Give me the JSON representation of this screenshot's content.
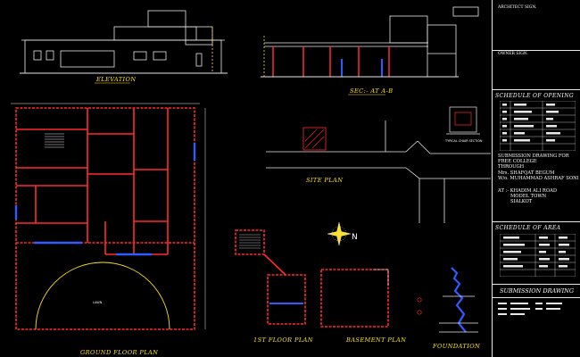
{
  "title_block": {
    "architect_label": "ARCHITECT SIGN.",
    "owner_label": "OWNER SIGN.",
    "schedule_opening": "SCHEDULE OF OPENING",
    "submission_lines": [
      "SUBMISSION DRAWING FOR",
      "FREE COLLEGE",
      "THROUGH",
      "Mrs. SHAFQAT BEGUM",
      "W/o. MUHAMMAD ASHRAF SONI"
    ],
    "address_lines": [
      "AT :- KHADIM ALI ROAD",
      "MODEL TOWN",
      "SIALKOT"
    ],
    "schedule_area": "SCHEDULE OF AREA",
    "footer_title": "SUBMISSION DRAWING"
  },
  "drawing_labels": {
    "elevation": "ELEVATION",
    "section": "SEC:- AT A-B",
    "ground_floor": "GROUND FLOOR PLAN",
    "site_plan": "SITE PLAN",
    "first_floor": "1ST FLOOR PLAN",
    "basement": "BASEMENT PLAN",
    "foundation": "FOUNDATION",
    "north": "N",
    "typical_section": "TYPICAL CHAIR SECTION",
    "lawn": "LAWN"
  },
  "colors": {
    "wall_red": "#ff2a2a",
    "label_yellow": "#ffe21a",
    "opening_blue": "#2f5bff",
    "line_white": "#e8e8e8"
  }
}
